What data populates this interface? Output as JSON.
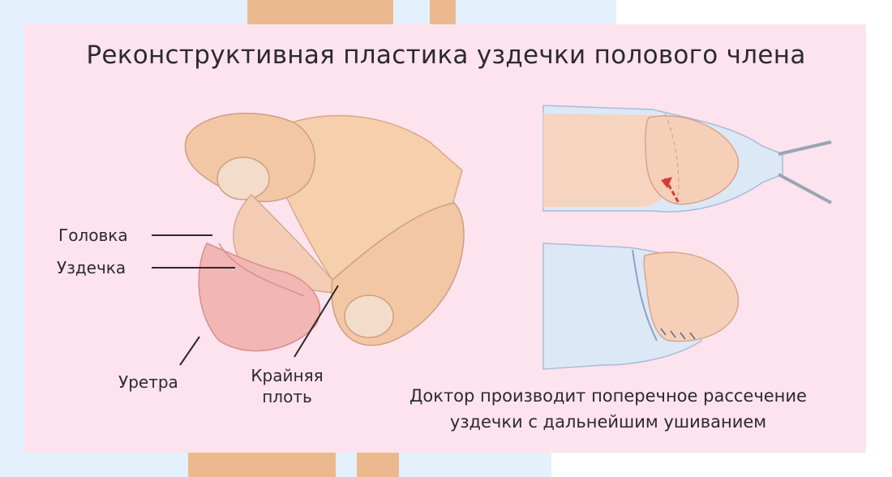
{
  "title": "Реконструктивная пластика уздечки полового члена",
  "labels": {
    "glans": "Головка",
    "frenulum": "Уздечка",
    "urethra": "Уретра",
    "foreskin_line1": "Крайняя",
    "foreskin_line2": "плоть"
  },
  "caption": {
    "line1": "Доктор производит поперечное рассечение",
    "line2": "уздечки с дальнейшим ушиванием"
  },
  "colors": {
    "card_bg": "#fde3ee",
    "deco_orange": "#ecb98e",
    "deco_blue": "#e4f0fb",
    "skin": "#f6cfad",
    "glans": "#f2b6b4",
    "incision": "#d93a3a"
  }
}
